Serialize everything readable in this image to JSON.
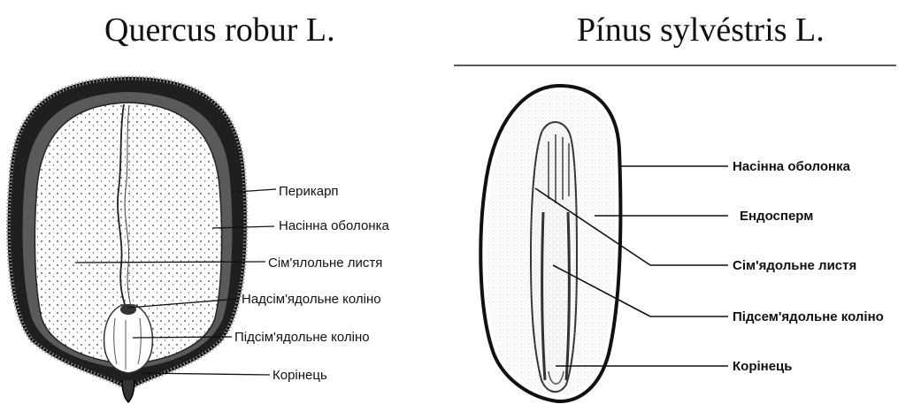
{
  "oak": {
    "title": "Quercus robur L.",
    "labels": {
      "pericarp": "Перикарп",
      "seed_coat": "Насінна оболонка",
      "cotyledons": "Сім'ялольне листя",
      "epicotyl": "Надсім'ядольне коліно",
      "hypocotyl": "Підсім'ядольне коліно",
      "radicle": "Корінець"
    }
  },
  "pine": {
    "title": "Pínus sylvéstris L.",
    "labels": {
      "seed_coat": "Насінна оболонка",
      "endosperm": "Ендосперм",
      "cotyledons": "Сім'ядольне листя",
      "hypocotyl": "Підсем'ядольне коліно",
      "radicle": "Корінець"
    }
  }
}
